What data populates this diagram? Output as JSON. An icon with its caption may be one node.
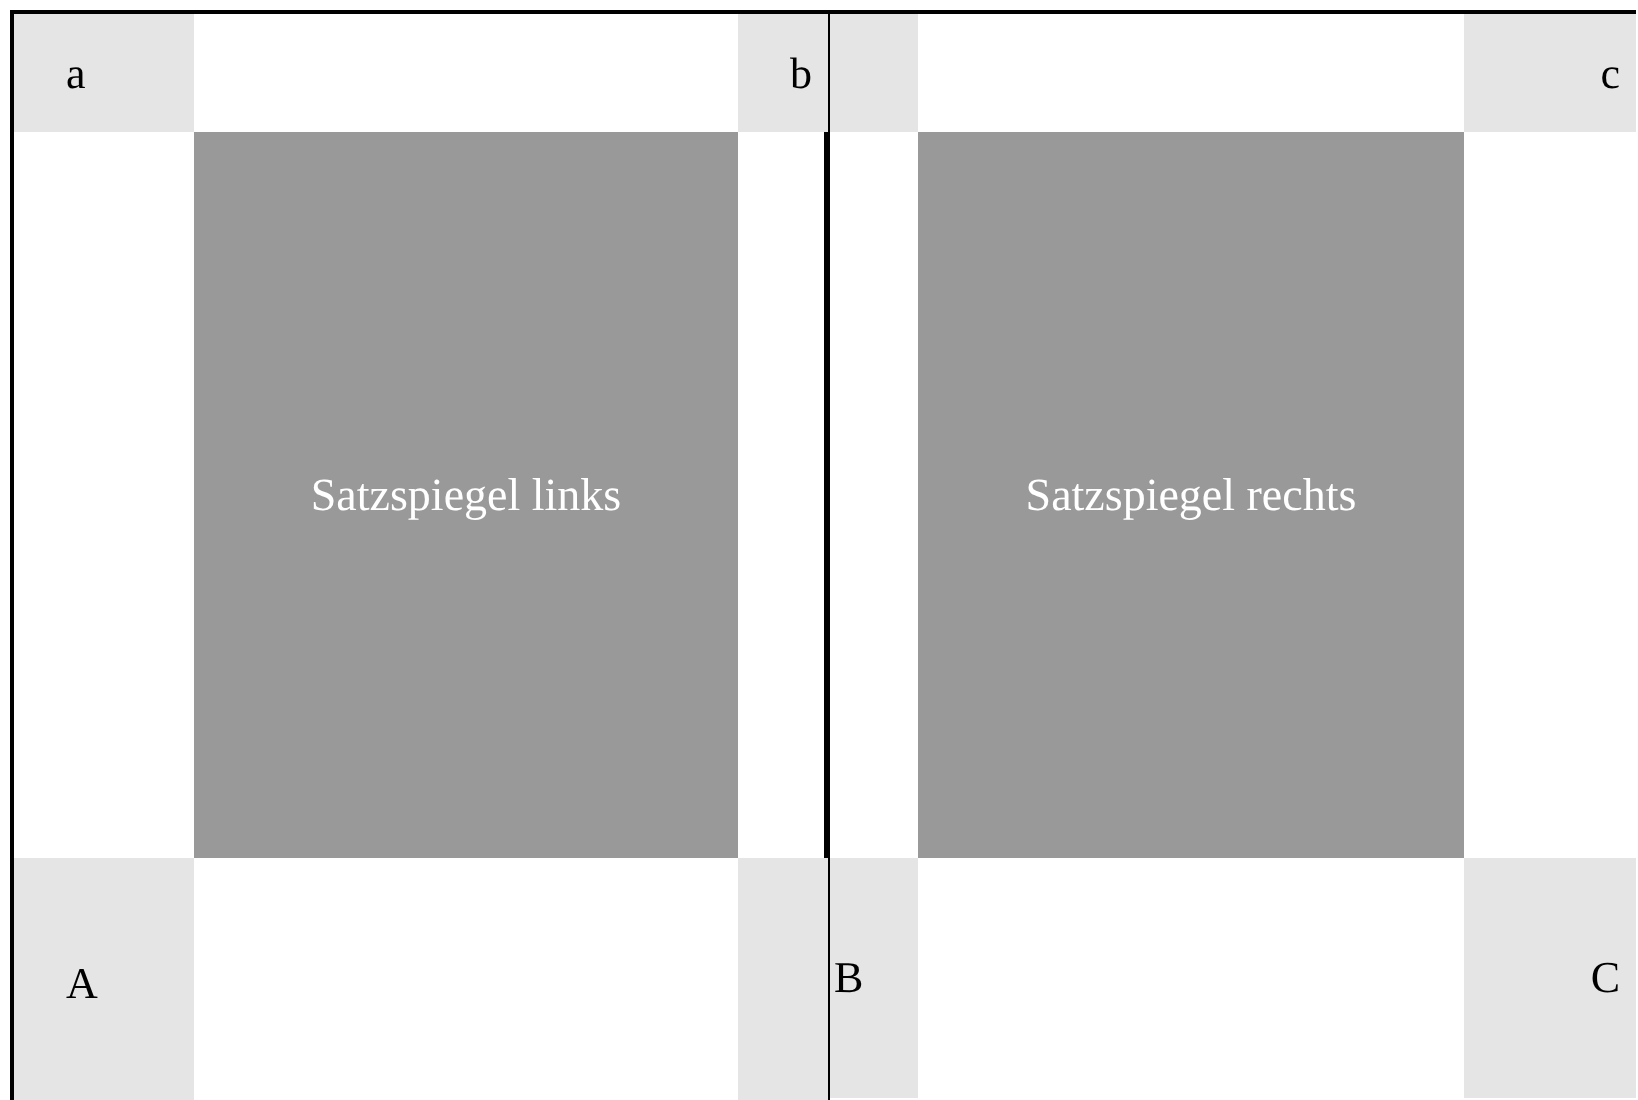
{
  "diagram": {
    "nodes": [
      {
        "text": [],
        "shape": "box"
      },
      {
        "text": [
          "a"
        ],
        "in": 0
      },
      {
        "text": [
          "b"
        ],
        "in": 0
      },
      {
        "text": [
          "Satzspiegel links"
        ],
        "in": 0
      },
      {
        "text": [
          "A"
        ],
        "in": 0
      },
      {
        "text": [],
        "shape": "box",
        "in": 0
      },
      {
        "text": [],
        "shape": "box"
      },
      {
        "text": [],
        "shape": "box",
        "in": 6
      },
      {
        "text": [
          "c"
        ],
        "in": 6
      },
      {
        "text": [
          "Satzspiegel rechts"
        ],
        "in": 6
      },
      {
        "text": [
          "B"
        ],
        "in": 6
      },
      {
        "text": [
          "C"
        ],
        "in": 6
      }
    ]
  }
}
